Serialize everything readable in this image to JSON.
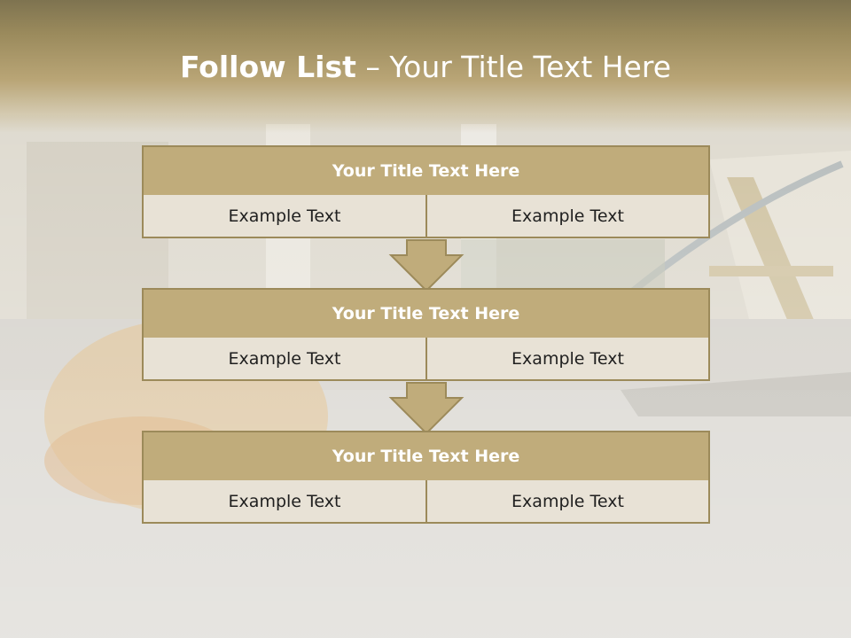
{
  "slide": {
    "title_strong": "Follow List",
    "title_rest": "– Your Title Text Here"
  },
  "steps": [
    {
      "title": "Your Title Text Here",
      "left_text": "Example Text",
      "right_text": "Example Text"
    },
    {
      "title": "Your Title Text Here",
      "left_text": "Example Text",
      "right_text": "Example Text"
    },
    {
      "title": "Your Title Text Here",
      "left_text": "Example Text",
      "right_text": "Example Text"
    }
  ],
  "colors": {
    "header_fill": "#c0ac7b",
    "border": "#9c8a5a",
    "cell_fill": "#e8e2d6",
    "arrow_fill": "#c0ac7b"
  },
  "icons": [
    "down-arrow-icon",
    "down-arrow-icon"
  ]
}
